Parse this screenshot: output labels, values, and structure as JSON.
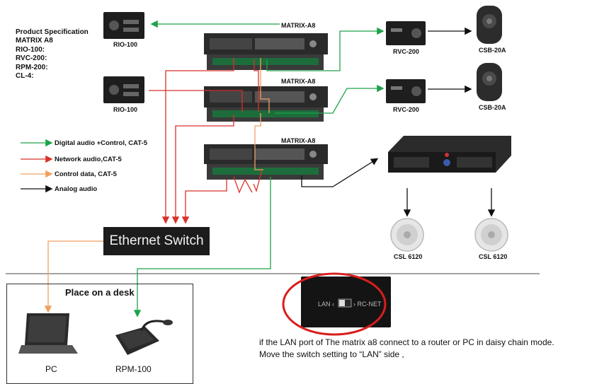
{
  "colors": {
    "digital": "#1fa24a",
    "network": "#d8322a",
    "control": "#f0a060",
    "analog": "#111111",
    "highlight": "#d81e1e"
  },
  "spec": {
    "lines": [
      "Product Specification",
      "MATRIX A8",
      "RIO-100:",
      "RVC-200:",
      "RPM-200:",
      "CL-4:"
    ]
  },
  "legend": [
    {
      "label": "Digital audio +Control, CAT-5",
      "color": "#1fa24a"
    },
    {
      "label": "Network audio,CAT-5",
      "color": "#d8322a"
    },
    {
      "label": "Control data, CAT-5",
      "color": "#f0a060"
    },
    {
      "label": "Analog audio",
      "color": "#111111"
    }
  ],
  "devices": {
    "matrix1": "MATRIX-A8",
    "matrix2": "MATRIX-A8",
    "matrix3": "MATRIX-A8",
    "rio1": "RIO-100",
    "rio2": "RIO-100",
    "rvc1": "RVC-200",
    "rvc2": "RVC-200",
    "csb1": "CSB-20A",
    "csb2": "CSB-20A",
    "csl1": "CSL 6120",
    "csl2": "CSL 6120",
    "pc": "PC",
    "rpm": "RPM-100"
  },
  "ethernet_switch": "Ethernet Switch",
  "desk": {
    "title": "Place on a desk"
  },
  "panel": {
    "lan": "LAN",
    "rcnet": "RC-NET"
  },
  "note": {
    "line1": "if the LAN port of The matrix a8 connect to a router or PC in daisy chain mode.",
    "line2": "Move the switch setting to “LAN” side ,"
  }
}
